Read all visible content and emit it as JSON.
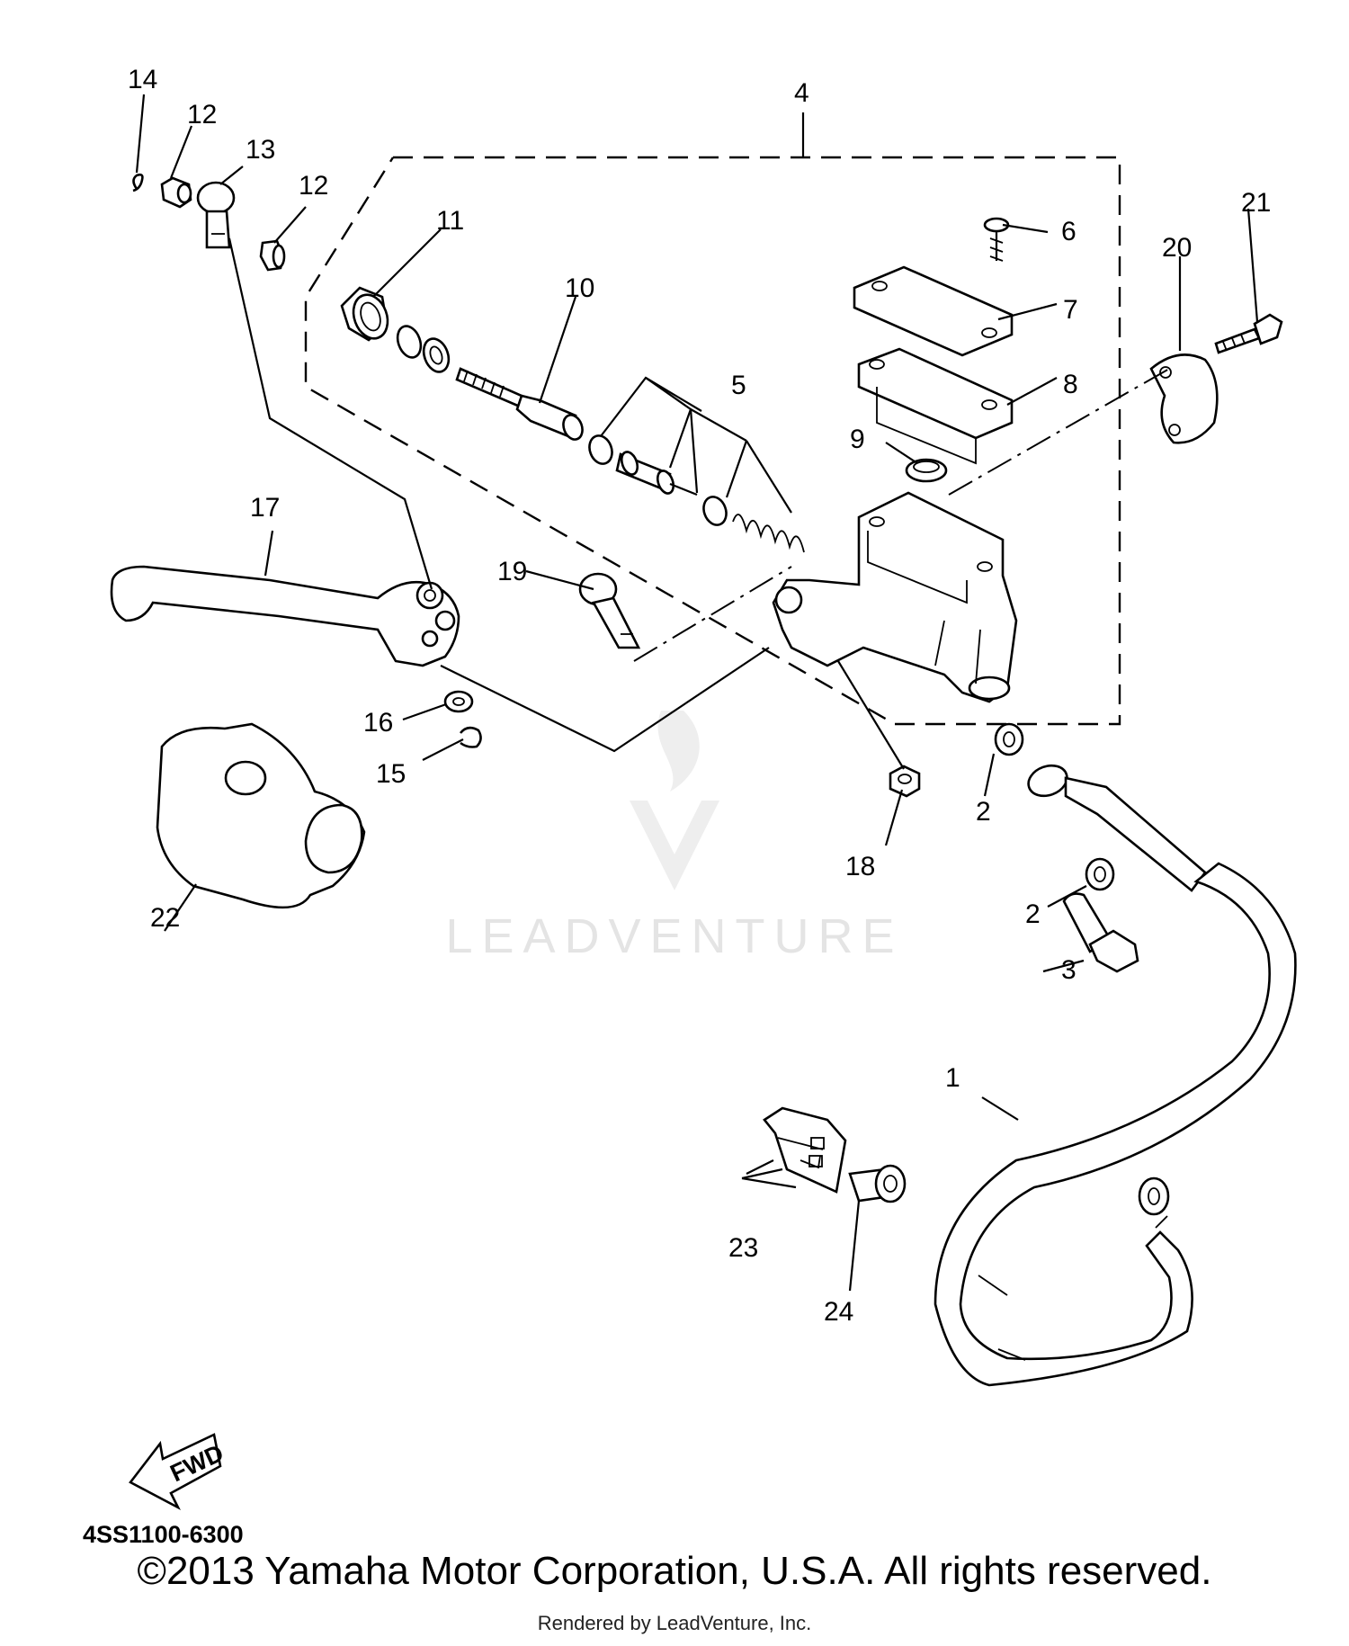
{
  "diagram": {
    "part_numbers": [
      "1",
      "2",
      "2",
      "3",
      "4",
      "5",
      "6",
      "7",
      "8",
      "9",
      "10",
      "11",
      "12",
      "12",
      "13",
      "14",
      "15",
      "16",
      "17",
      "18",
      "19",
      "20",
      "21",
      "22",
      "23",
      "24"
    ],
    "diagram_code": "4SS1100-6300",
    "fwd_badge": "FWD",
    "watermark": "LEADVENTURE",
    "copyright": "©2013 Yamaha Motor Corporation, U.S.A. All rights reserved.",
    "rendered_by": "Rendered by LeadVenture, Inc."
  }
}
